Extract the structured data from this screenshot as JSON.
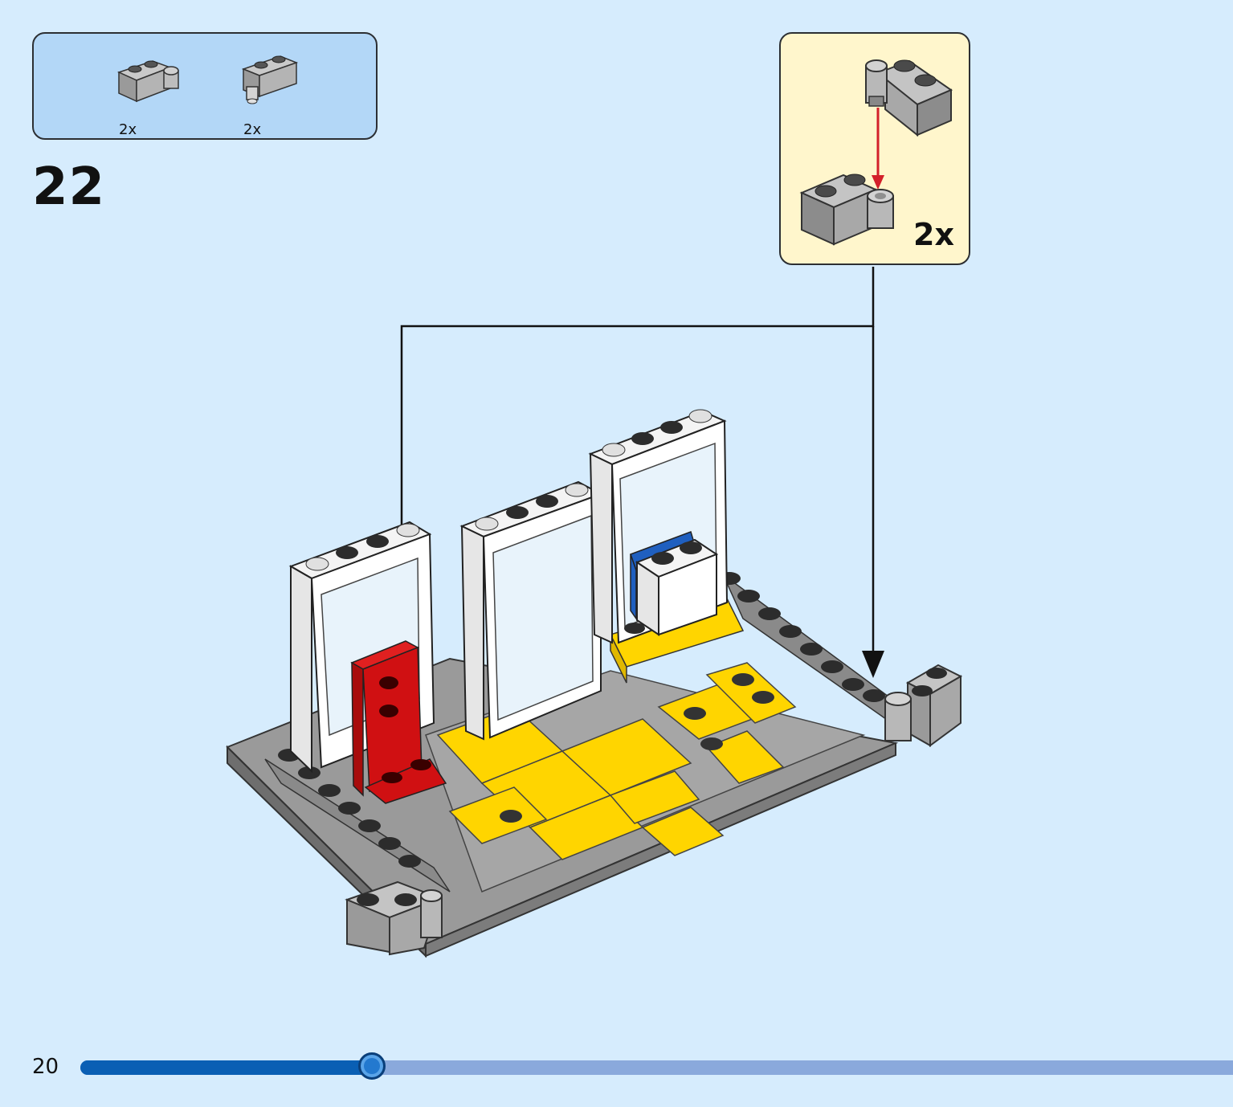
{
  "parts_list": {
    "items": [
      {
        "part": "hinge-brick-1x2-base-icon",
        "quantity": "2x"
      },
      {
        "part": "hinge-brick-1x2-top-icon",
        "quantity": "2x"
      }
    ]
  },
  "step": {
    "number": "22"
  },
  "callout": {
    "quantity": "2x",
    "part": "hinge-brick-assembly-icon"
  },
  "colors": {
    "page_background": "#d6ecfd",
    "parts_box": "#b3d7f7",
    "callout_box": "#fff6cc",
    "brick_gray": "#a0a0a0",
    "baseplate_dark": "#6e6e6e",
    "tile_yellow": "#ffd500",
    "brick_red": "#d01012",
    "frame_white": "#ffffff",
    "arrow_red": "#d3202a",
    "progress_fill": "#0a5fb4",
    "progress_track": "#8aa9dc"
  },
  "footer": {
    "page_number": "20",
    "progress": 0.253
  }
}
